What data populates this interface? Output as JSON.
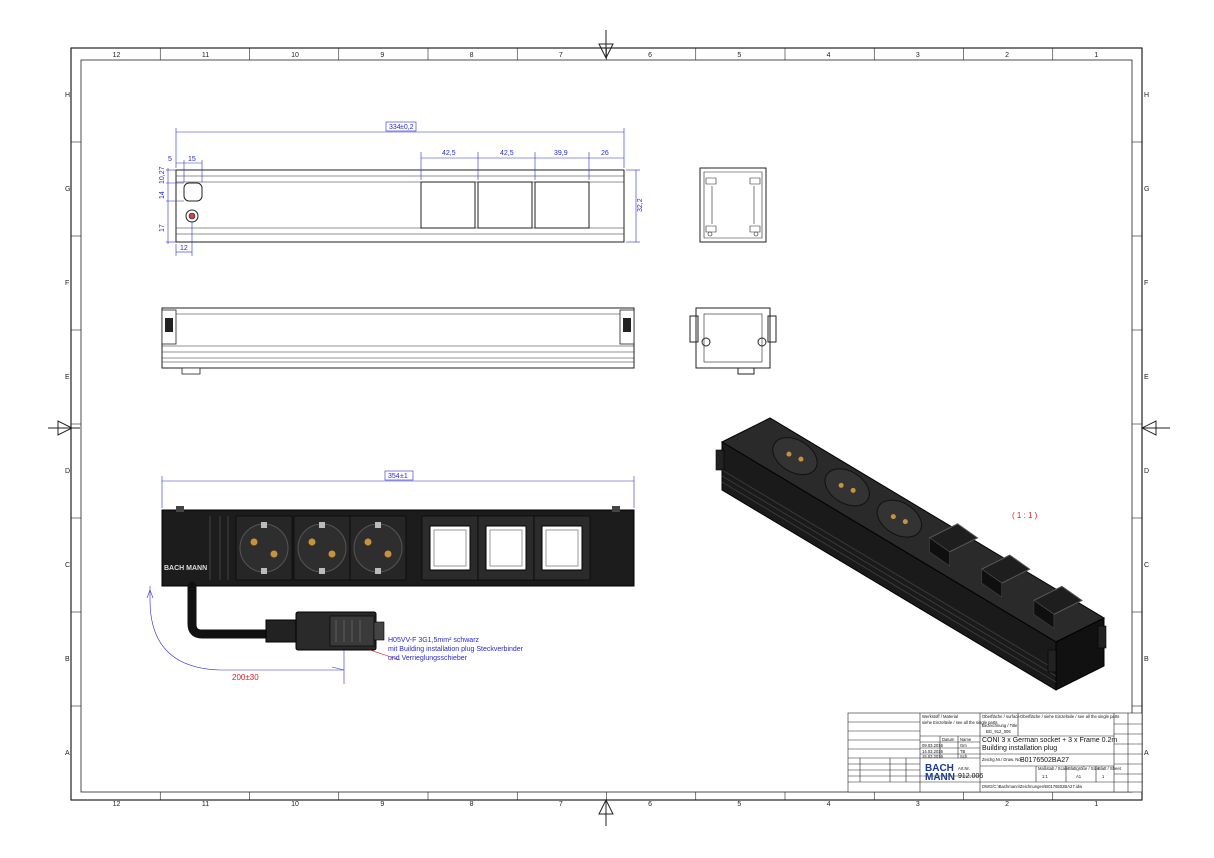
{
  "border": {
    "columns": [
      "12",
      "11",
      "10",
      "9",
      "8",
      "7",
      "6",
      "5",
      "4",
      "3",
      "2",
      "1"
    ],
    "rows": [
      "H",
      "G",
      "F",
      "E",
      "D",
      "C",
      "B",
      "A"
    ]
  },
  "top_view": {
    "overall": "334",
    "overall_tol": "±0,2",
    "spans": [
      "42,5",
      "42,5",
      "39,9",
      "26"
    ],
    "left_a": "5",
    "left_b": "15",
    "v1": "10,27",
    "v2": "14",
    "v3": "17",
    "height": "32,2",
    "bottom": "12"
  },
  "front_view": {
    "overall": "354",
    "overall_tol": "±1",
    "brand": "BACH MANN",
    "cable_length": "200±30",
    "cable_note": [
      "H05VV-F 3G1,5mm² schwarz",
      "mit Building installation plug Steckverbinder",
      "und Verrieglungsschieber"
    ]
  },
  "scale_label": "( 1 : 1 )",
  "title_block": {
    "material_label": "Werkstoff / Material",
    "material_note": "siehe Einzelteile / see all the single parts",
    "surface_label": "Oberfläche / surface",
    "surface_value": "Oberfläche / siehe Einzelteile / see all the single parts",
    "desc_label": "Bezeichnung / Title",
    "ref": "BG_912_006",
    "title_line1": "CONI 3 x German socket + 3 x Frame 0.2m",
    "title_line2": "Building installation plug",
    "datum": "Datum",
    "name": "Name",
    "date1": "09.03.2016",
    "name1": "Gm",
    "date2": "14.03.2016",
    "name2": "TB",
    "date3": "15.03.2016",
    "name3": "Sch",
    "drawing_no_label": "Zeichg.Nr./ Draw. No.",
    "drawing_no": "B0176502BA27",
    "logo_line1": "BACH",
    "logo_line2": "MANN",
    "article_label": "Art.Nr.",
    "article_no": "912.006",
    "scale_label": "Maßstab / Scale",
    "scale_value": "1:1",
    "format_label": "Blattgröße / Size",
    "format_value": "A1",
    "sheet_label": "Blatt / Sheet",
    "sheet_value": "1",
    "footer": "DWG/C:\\Bachmann\\Zeichnungen\\B0176502BA27.idw"
  }
}
